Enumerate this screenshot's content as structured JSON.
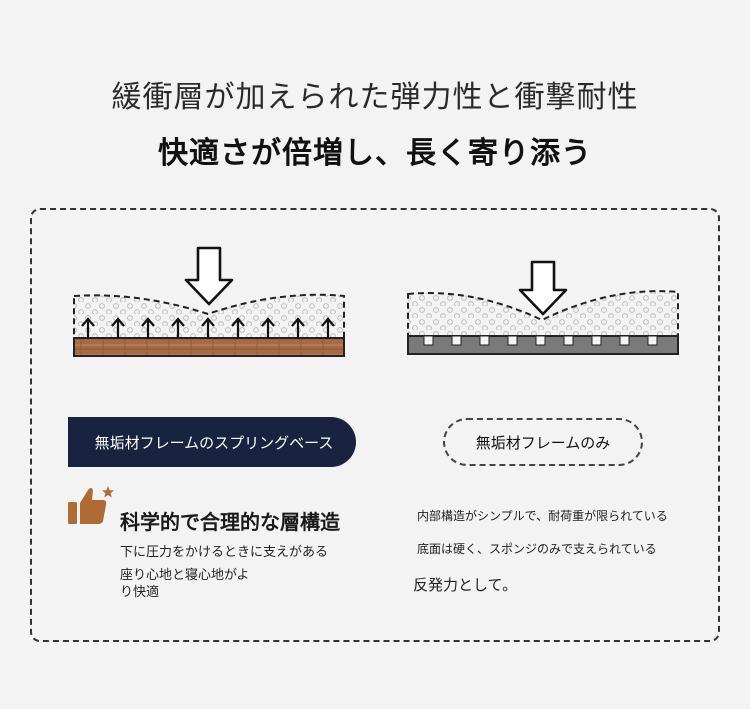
{
  "header": {
    "line1": "緩衝層が加えられた弾力性と衝撃耐性",
    "line2": "快適さが倍増し、長く寄り添う"
  },
  "left": {
    "label": "無垢材フレームのスプリングベース",
    "heading": "科学的で合理的な層構造",
    "line1": "下に圧力をかけるときに支えがある",
    "line2": "座り心地と寝心地がより快適"
  },
  "right": {
    "label": "無垢材フレームのみ",
    "line1": "内部構造がシンプルで、耐荷重が限られている",
    "line2": "底面は硬く、スポンジのみで支えられている",
    "line3": "反発力として。"
  },
  "colors": {
    "wood": "#a86a44",
    "grey_base": "#7a7a7a",
    "navy": "#18233f",
    "thumb": "#b06a33"
  },
  "icons": {
    "press": "down-arrow-icon",
    "spring": "up-arrow-icon",
    "thumb": "thumbs-up-icon"
  }
}
